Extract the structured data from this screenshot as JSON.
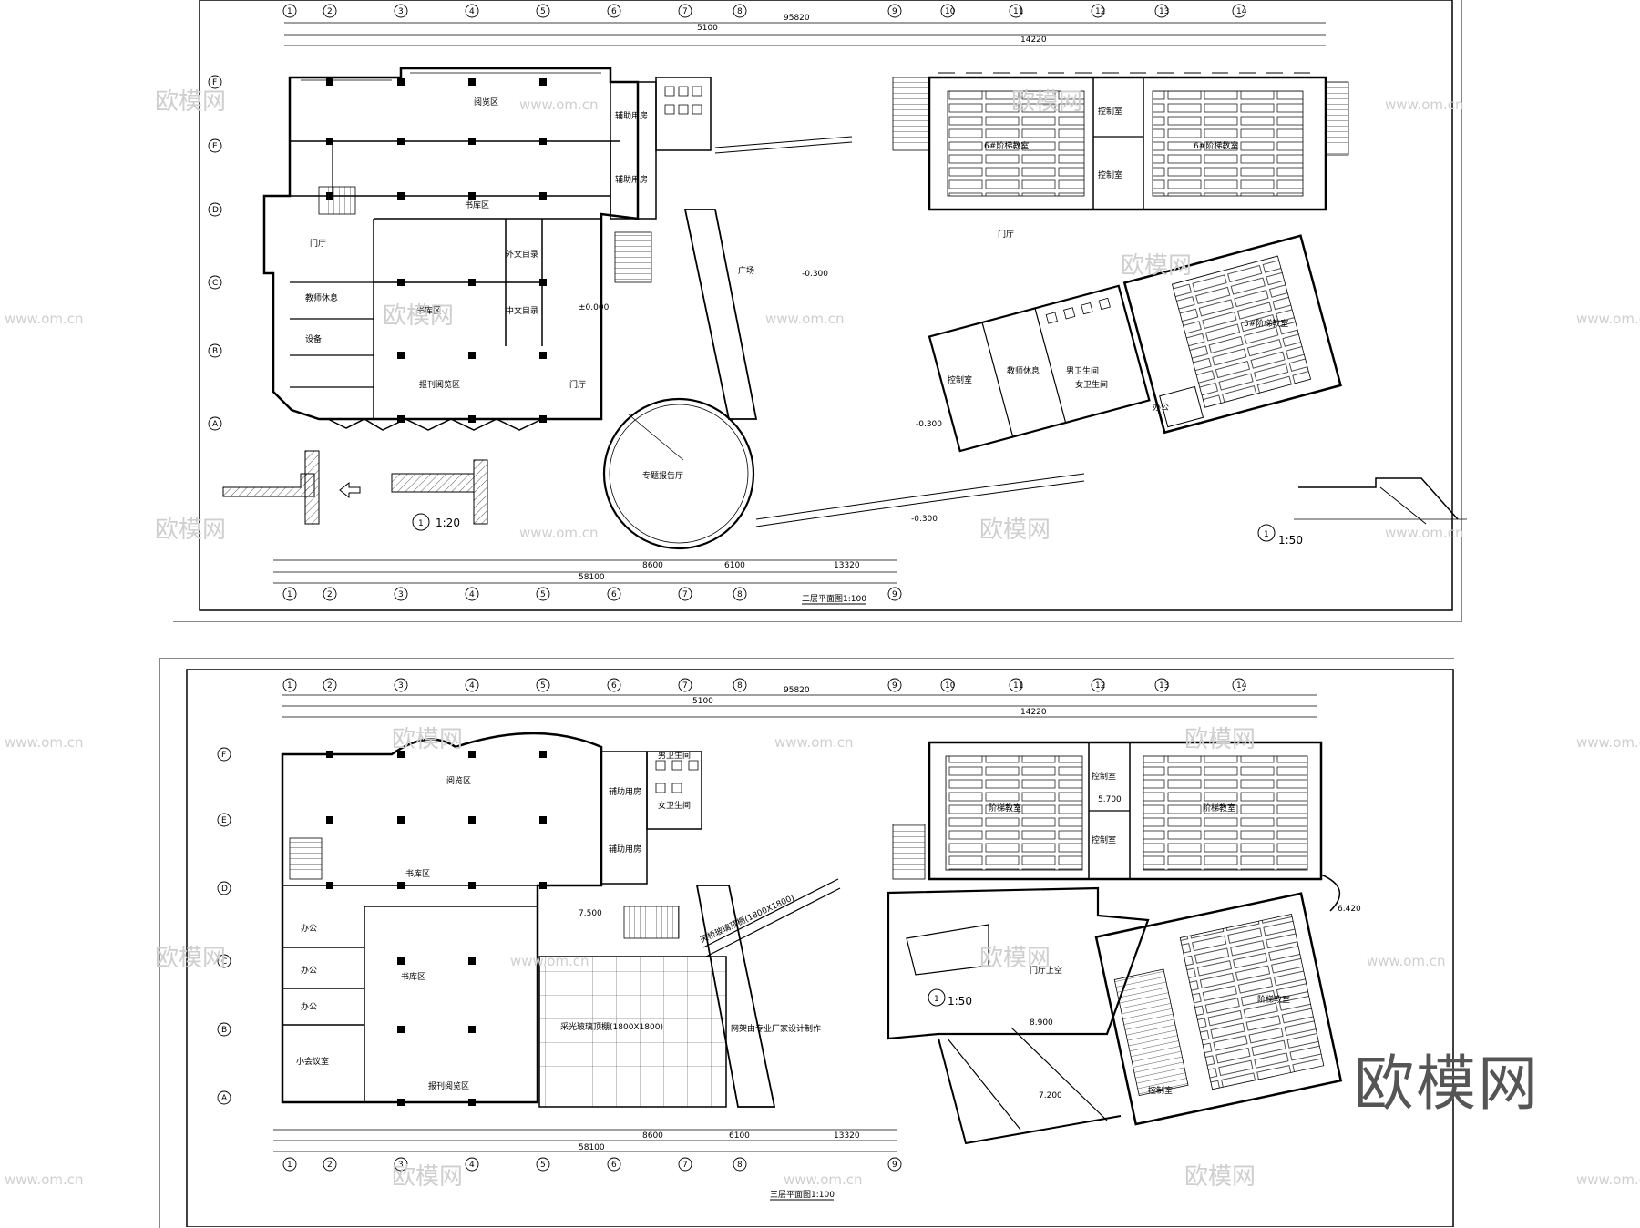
{
  "watermarks": {
    "domain": "www.om.cn",
    "logo": "欧模网"
  },
  "brand": "欧模网",
  "plan1": {
    "title": "二层平面图1:100",
    "detail_scale_1": "1:20",
    "detail_scale_2": "1:50",
    "detail_marker": "1",
    "rooms": {
      "reading": "阅览区",
      "book": "书库区",
      "lobby": "门厅",
      "square": "广场",
      "hall": "专题报告厅",
      "periodical": "报刊阅览区",
      "foreign": "外文目录",
      "chinese": "中文目录",
      "lecture": "6#阶梯教室",
      "lecture2": "6#阶梯教室",
      "lecture3": "5#阶梯教室",
      "control": "控制室",
      "office": "办公",
      "lobby2": "门厅",
      "wc_m": "男卫生间",
      "wc_f": "女卫生间",
      "aux1": "辅助用房",
      "aux2": "辅助用房",
      "staff": "教师休息",
      "equip": "设备"
    },
    "levels": {
      "l1": "±0.000",
      "l2": "-0.300",
      "l3": "-0.300",
      "l4": "-0.300"
    },
    "dims_top": {
      "total": "95820",
      "a": "14220",
      "b": "5100"
    },
    "dims_bottom": {
      "total": "58100",
      "a": "8600",
      "b": "6100",
      "c": "13320"
    }
  },
  "plan2": {
    "title": "三层平面图1:100",
    "detail_scale": "1:50",
    "detail_marker": "1",
    "rooms": {
      "reading": "阅览区",
      "book": "书库区",
      "periodical": "报刊阅览区",
      "office1": "办公",
      "office2": "办公",
      "office3": "办公",
      "meeting": "小会议室",
      "skylight": "采光玻璃顶棚(1800X1800)",
      "corridor": "天桥玻璃顶棚(1800X1800)",
      "lecture1": "阶梯教室",
      "lecture2": "阶梯教室",
      "lecture3": "阶梯教室",
      "control1": "控制室",
      "control2": "控制室",
      "control3": "控制室",
      "void": "门厅上空",
      "aux1": "辅助用房",
      "aux2": "辅助用房",
      "wc_m": "男卫生间",
      "wc_f": "女卫生间",
      "note": "网架由专业厂家设计制作"
    },
    "levels": {
      "l1": "7.500",
      "l2": "7.200",
      "l3": "8.900",
      "l4": "5.700",
      "l5": "6.420"
    },
    "dims_top": {
      "total": "95820",
      "a": "14220",
      "b": "5100"
    },
    "dims_bottom": {
      "total": "58100",
      "a": "8600",
      "b": "6100",
      "c": "13320"
    }
  },
  "axes": {
    "cols": [
      "1",
      "2",
      "3",
      "4",
      "5",
      "6",
      "7",
      "8",
      "9",
      "10",
      "11",
      "12",
      "13",
      "14"
    ],
    "rows": [
      "A",
      "B",
      "C",
      "D",
      "E",
      "F"
    ]
  }
}
